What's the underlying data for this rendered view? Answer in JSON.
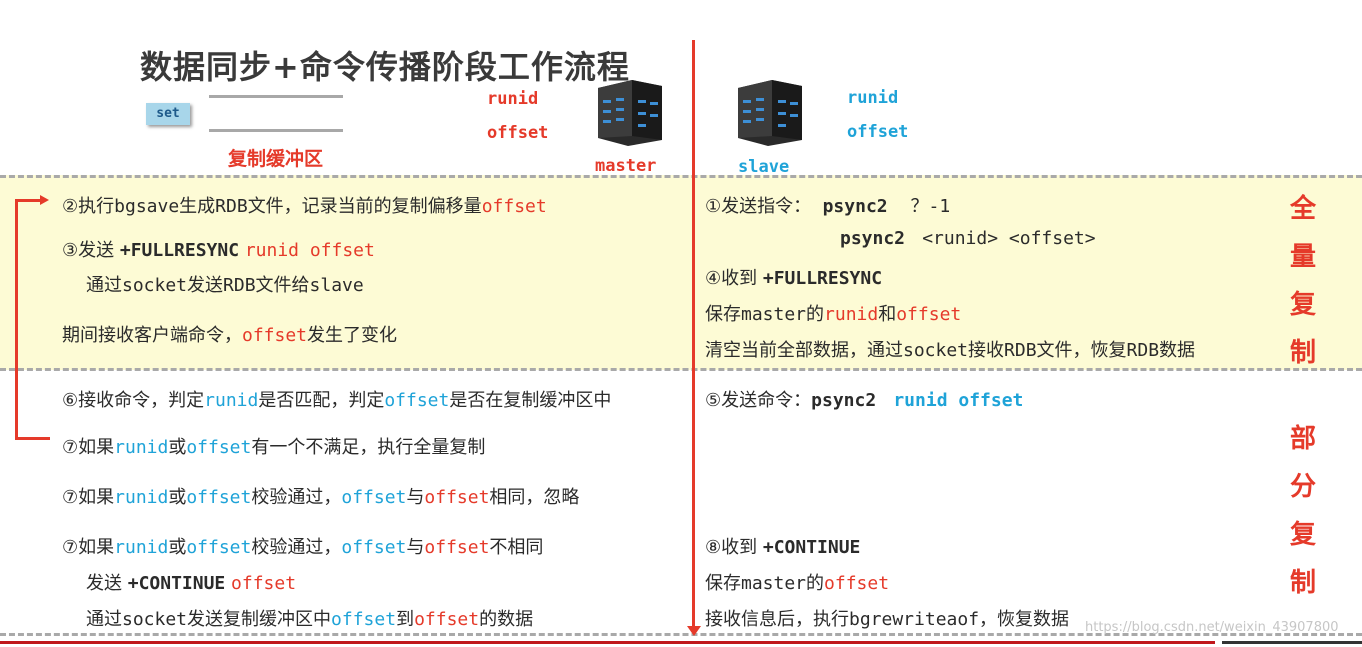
{
  "title": "数据同步+命令传播阶段工作流程",
  "buffer": {
    "set_label": "set",
    "caption": "复制缓冲区"
  },
  "master": {
    "label": "master",
    "runid": "runid",
    "offset": "offset"
  },
  "slave": {
    "label": "slave",
    "runid": "runid",
    "offset": "offset"
  },
  "side_labels": {
    "full": [
      "全",
      "量",
      "复",
      "制"
    ],
    "partial": [
      "部",
      "分",
      "复",
      "制"
    ]
  },
  "left": {
    "l1": {
      "a": "②执行",
      "b": "bgsave",
      "c": "生成",
      "d": "RDB",
      "e": "文件，记录当前的复制偏移量",
      "f": "offset"
    },
    "l2": {
      "a": "③发送 ",
      "b": "+FULLRESYNC",
      "c": "runid offset"
    },
    "l3": {
      "a": "通过",
      "b": "socket",
      "c": "发送",
      "d": "RDB",
      "e": "文件给",
      "f": "slave"
    },
    "l4": {
      "a": "期间接收客户端命令，",
      "b": "offset",
      "c": "发生了变化"
    },
    "l5": {
      "a": "⑥接收命令，判定",
      "b": "runid",
      "c": "是否匹配，判定",
      "d": "offset",
      "e": "是否在复制缓冲区中"
    },
    "l6": {
      "a": "⑦如果",
      "b": "runid",
      "c": "或",
      "d": "offset",
      "e": "有一个不满足，执行全量复制"
    },
    "l7": {
      "a": "⑦如果",
      "b": "runid",
      "c": "或",
      "d": "offset",
      "e": "校验通过，",
      "f": "offset",
      "g": "与",
      "h": "offset",
      "i": "相同，忽略"
    },
    "l8": {
      "a": "⑦如果",
      "b": "runid",
      "c": "或",
      "d": "offset",
      "e": "校验通过，",
      "f": "offset",
      "g": "与",
      "h": "offset",
      "i": "不相同"
    },
    "l9": {
      "a": "发送 ",
      "b": "+CONTINUE",
      "c": "offset"
    },
    "l10": {
      "a": "通过",
      "b": "socket",
      "c": "发送复制缓冲区中",
      "d": "offset",
      "e": "到",
      "f": "offset",
      "g": "的数据"
    }
  },
  "right": {
    "r1": {
      "a": "①发送指令：",
      "b": "psync2",
      "c": "？-1"
    },
    "r2": {
      "b": "psync2",
      "c": "<runid> <offset>"
    },
    "r3": {
      "a": "④收到 ",
      "b": "+FULLRESYNC"
    },
    "r4": {
      "a": "保存",
      "b": "master",
      "c": "的",
      "d": "runid",
      "e": "和",
      "f": "offset"
    },
    "r5": {
      "a": "清空当前全部数据，通过",
      "b": "socket",
      "c": "接收",
      "d": "RDB",
      "e": "文件，恢复",
      "f": "RDB",
      "g": "数据"
    },
    "r6": {
      "a": "⑤发送命令：",
      "b": "psync2",
      "c": "runid offset"
    },
    "r7": {
      "a": "⑧收到 ",
      "b": "+CONTINUE"
    },
    "r8": {
      "a": "保存",
      "b": "master",
      "c": "的",
      "d": "offset"
    },
    "r9": {
      "a": "接收信息后，执行",
      "b": "bgrewriteaof",
      "c": "，恢复数据"
    }
  },
  "footer_watermark": "https://blog.csdn.net/weixin_43907800",
  "colors": {
    "red": "#e53a2a",
    "blue": "#1fa3d8",
    "highlight": "#fdfbd5"
  }
}
